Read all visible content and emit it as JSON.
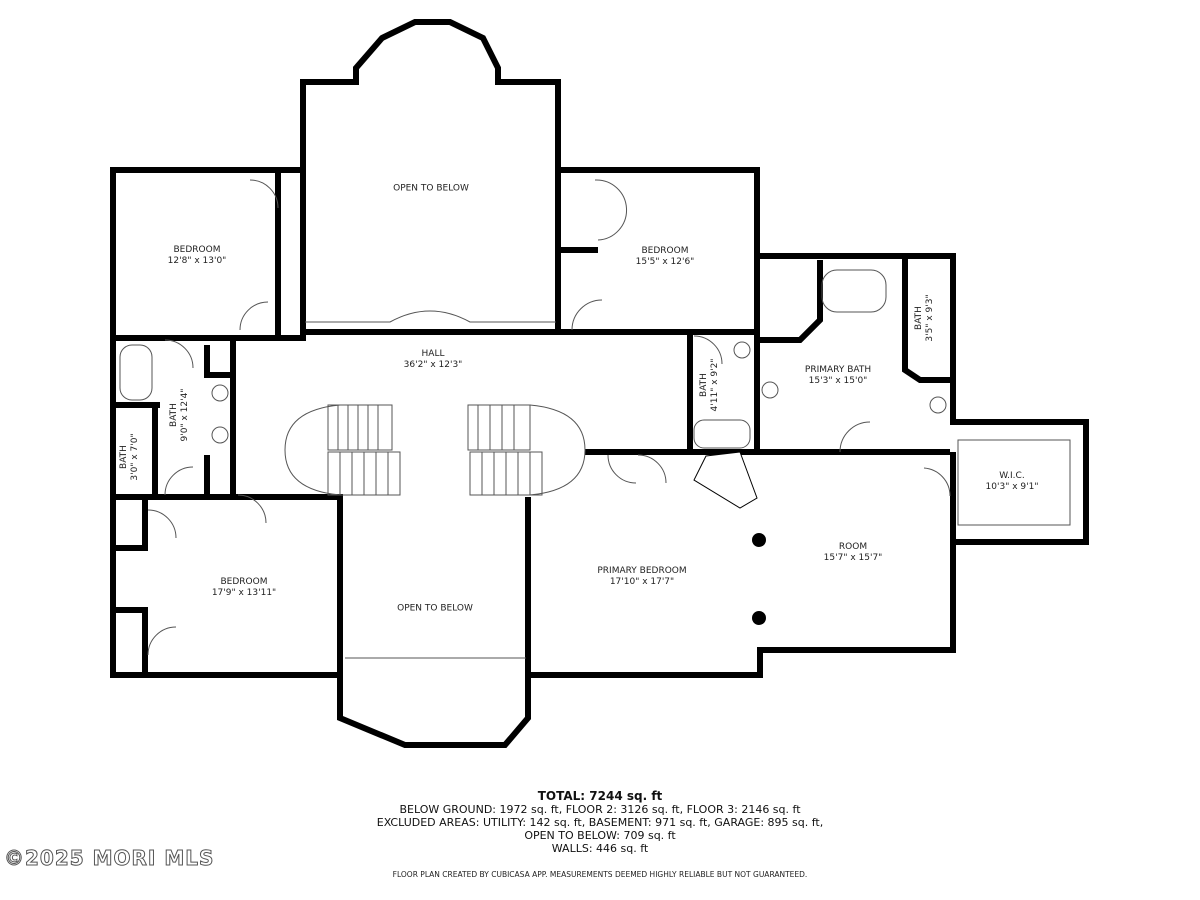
{
  "rooms": [
    {
      "name": "OPEN TO BELOW",
      "size": ""
    },
    {
      "name": "BEDROOM",
      "size": "12'8\" x 13'0\""
    },
    {
      "name": "BEDROOM",
      "size": "15'5\" x 12'6\""
    },
    {
      "name": "HALL",
      "size": "36'2\" x 12'3\""
    },
    {
      "name": "BATH",
      "size": "9'0\" x 12'4\""
    },
    {
      "name": "BATH",
      "size": "3'0\" x 7'0\""
    },
    {
      "name": "BATH",
      "size": "4'11\" x 9'2\""
    },
    {
      "name": "PRIMARY BATH",
      "size": "15'3\" x 15'0\""
    },
    {
      "name": "BATH",
      "size": "3'5\" x 9'3\""
    },
    {
      "name": "W.I.C.",
      "size": "10'3\" x 9'1\""
    },
    {
      "name": "ROOM",
      "size": "15'7\" x 15'7\""
    },
    {
      "name": "PRIMARY BEDROOM",
      "size": "17'10\" x 17'7\""
    },
    {
      "name": "BEDROOM",
      "size": "17'9\" x 13'11\""
    },
    {
      "name": "OPEN TO BELOW",
      "size": ""
    }
  ],
  "summary": {
    "total": "TOTAL: 7244 sq. ft",
    "line1": "BELOW GROUND: 1972 sq. ft, FLOOR 2: 3126 sq. ft, FLOOR 3: 2146 sq. ft",
    "line2": "EXCLUDED AREAS: UTILITY: 142 sq. ft, BASEMENT: 971 sq. ft, GARAGE: 895 sq. ft,",
    "line3": "OPEN TO BELOW: 709 sq. ft",
    "line4": "WALLS: 446 sq. ft"
  },
  "footer": "FLOOR PLAN CREATED BY CUBICASA APP. MEASUREMENTS DEEMED HIGHLY RELIABLE BUT NOT GUARANTEED.",
  "watermark": "©2025 MORI MLS",
  "colors": {
    "wall": "#000000",
    "fixture": "#555555",
    "background": "#ffffff"
  }
}
